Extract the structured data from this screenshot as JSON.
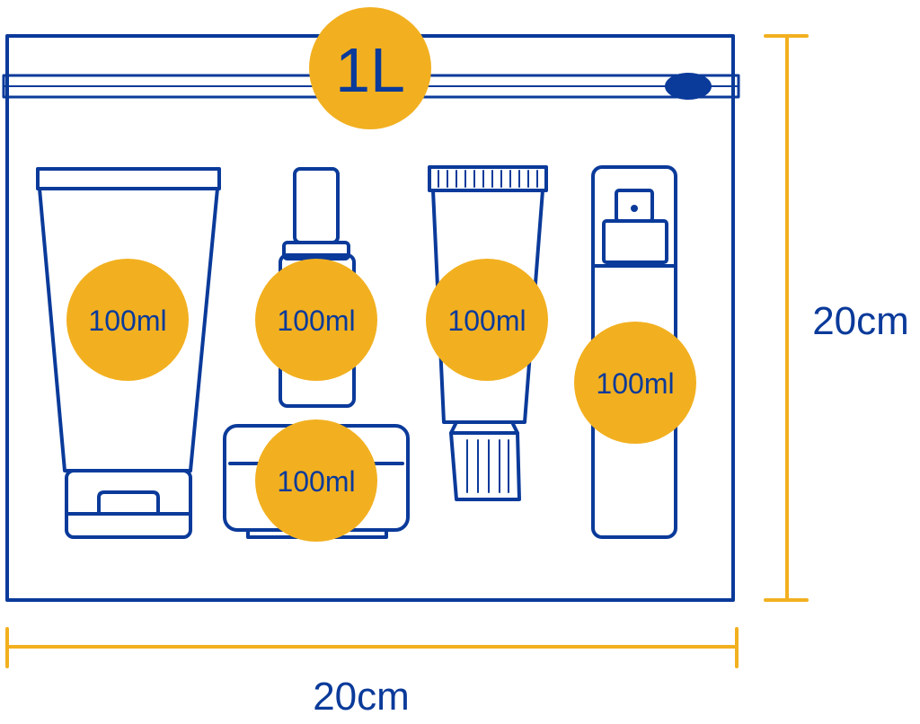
{
  "bag": {
    "capacity_label": "1L",
    "width_label": "20cm",
    "height_label": "20cm"
  },
  "containers": [
    {
      "name": "tube",
      "volume_label": "100ml"
    },
    {
      "name": "dropper-bottle",
      "volume_label": "100ml"
    },
    {
      "name": "paste-tube",
      "volume_label": "100ml"
    },
    {
      "name": "spray-bottle",
      "volume_label": "100ml"
    },
    {
      "name": "cream-jar",
      "volume_label": "100ml"
    }
  ],
  "colors": {
    "outline": "#0a3a9a",
    "accent": "#f2b020",
    "label_text": "#0a3a9a"
  }
}
